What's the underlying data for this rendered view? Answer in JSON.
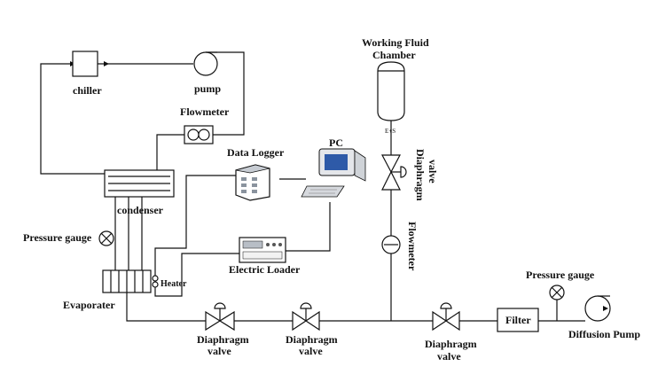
{
  "labels": {
    "working_fluid_chamber_line1": "Working Fluid",
    "working_fluid_chamber_line2": "Chamber",
    "chiller": "chiller",
    "pump": "pump",
    "flowmeter_top": "Flowmeter",
    "data_logger": "Data Logger",
    "pc": "PC",
    "condenser": "condenser",
    "pressure_gauge_left": "Pressure gauge",
    "heater": "Heater",
    "electric_loader": "Electric Loader",
    "evaporater": "Evaporater",
    "diaphragm_valve_vertical_line1": "Diaphragm",
    "diaphragm_valve_vertical_line2": "valve",
    "flowmeter_vertical": "Flowmeter",
    "pressure_gauge_right": "Pressure gauge",
    "filter": "Filter",
    "diffusion_pump": "Diffusion Pump",
    "valve1_line1": "Diaphragm",
    "valve1_line2": "valve",
    "valve2_line1": "Diaphragm",
    "valve2_line2": "valve",
    "valve3_line1": "Diaphragm",
    "valve3_line2": "valve",
    "chamber_connector": "E+S"
  }
}
